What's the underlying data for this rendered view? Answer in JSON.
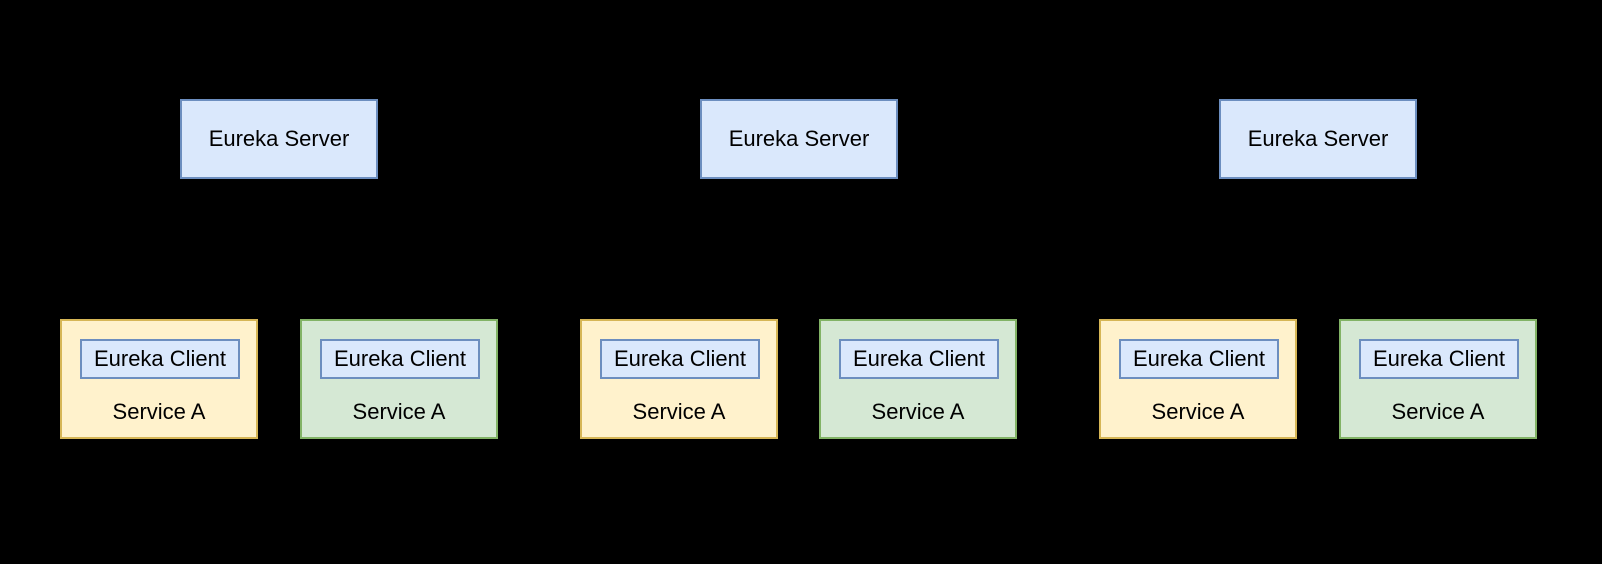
{
  "colors": {
    "background": "#000000",
    "server_fill": "#dae8fc",
    "server_border": "#6c8ebf",
    "client_fill": "#dae8fc",
    "client_border": "#6c8ebf",
    "service_yellow_fill": "#fff2cc",
    "service_yellow_border": "#d6b656",
    "service_green_fill": "#d5e8d4",
    "service_green_border": "#82b366",
    "line": "#000000"
  },
  "servers": [
    {
      "label": "Eureka Server"
    },
    {
      "label": "Eureka Server"
    },
    {
      "label": "Eureka Server"
    }
  ],
  "services": [
    {
      "client_label": "Eureka Client",
      "label": "Service A",
      "color": "yellow"
    },
    {
      "client_label": "Eureka Client",
      "label": "Service A",
      "color": "green"
    },
    {
      "client_label": "Eureka Client",
      "label": "Service A",
      "color": "yellow"
    },
    {
      "client_label": "Eureka Client",
      "label": "Service A",
      "color": "green"
    },
    {
      "client_label": "Eureka Client",
      "label": "Service A",
      "color": "yellow"
    },
    {
      "client_label": "Eureka Client",
      "label": "Service A",
      "color": "green"
    }
  ]
}
